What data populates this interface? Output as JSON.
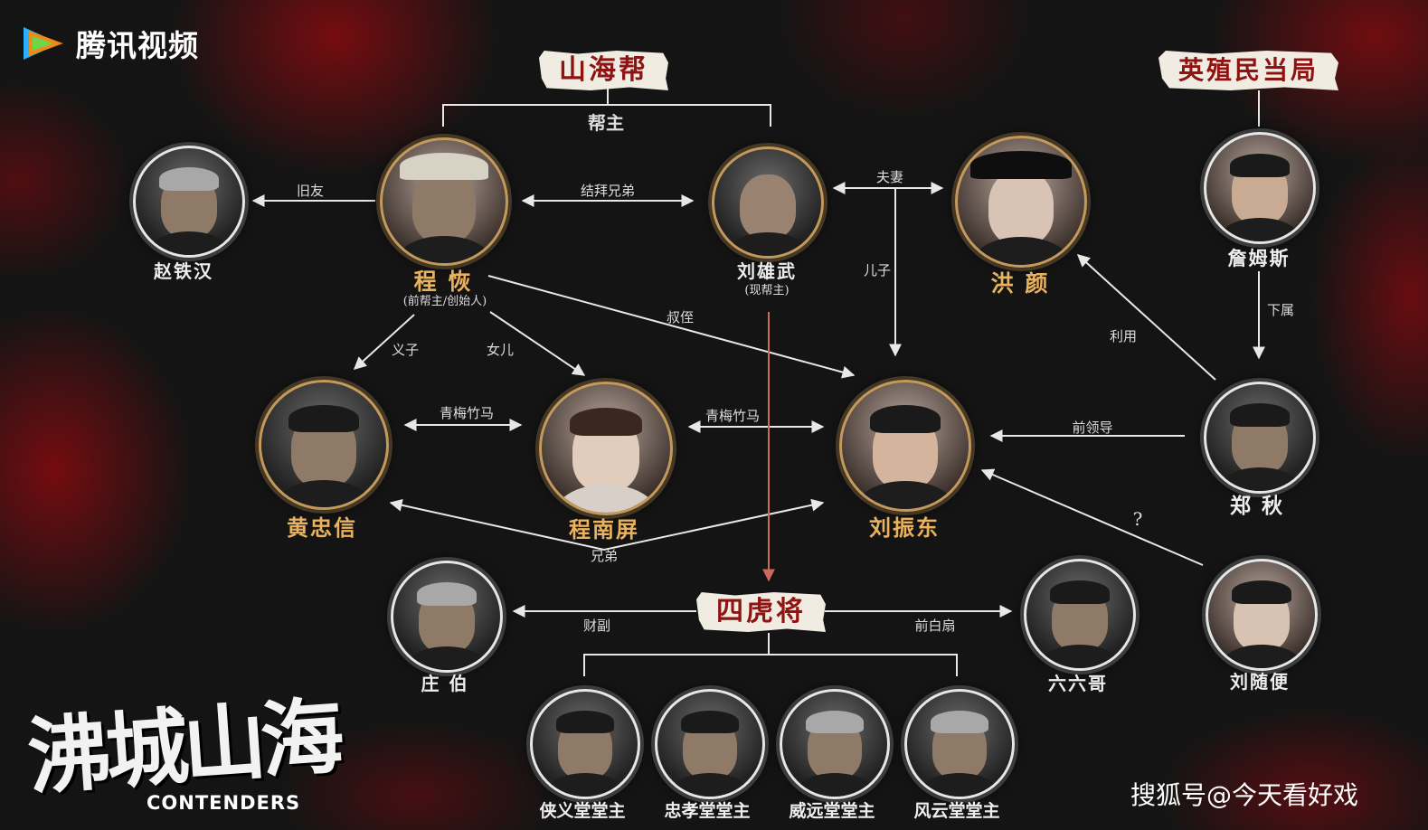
{
  "logo": {
    "text": "腾讯视频",
    "icon": "tencent-video-play-icon"
  },
  "groups": {
    "shanhai": "山海帮",
    "colonial": "英殖民当局",
    "sihu": "四虎将"
  },
  "people": {
    "zhao": {
      "name": "赵铁汉"
    },
    "cheng": {
      "name": "程 恢",
      "note": "(前帮主/创始人)"
    },
    "liuxw": {
      "name": "刘雄武",
      "note": "(现帮主)"
    },
    "hong": {
      "name": "洪 颜"
    },
    "zhan": {
      "name": "詹姆斯"
    },
    "huang": {
      "name": "黄忠信"
    },
    "chengnp": {
      "name": "程南屏"
    },
    "liuzd": {
      "name": "刘振东"
    },
    "zheng": {
      "name": "郑 秋"
    },
    "zhuang": {
      "name": "庄 伯"
    },
    "liuliu": {
      "name": "六六哥"
    },
    "liusb": {
      "name": "刘随便"
    },
    "xiayi": {
      "name": "侠义堂堂主"
    },
    "zhongxiao": {
      "name": "忠孝堂堂主"
    },
    "weiyuan": {
      "name": "威远堂堂主"
    },
    "fengyun": {
      "name": "风云堂堂主"
    }
  },
  "relations": {
    "bangzhu": "帮主",
    "jiuyou": "旧友",
    "jiebai": "结拜兄弟",
    "fuqi": "夫妻",
    "erzi": "儿子",
    "shuzhi": "叔侄",
    "yizi": "义子",
    "nver": "女儿",
    "qingmei1": "青梅竹马",
    "qingmei2": "青梅竹马",
    "xiongdi": "兄弟",
    "liyong": "利用",
    "xiashu": "下属",
    "qianlingdao": "前领导",
    "question": "?",
    "caifu": "财副",
    "qianbaishan": "前白扇"
  },
  "title": {
    "cn": "沸城山海",
    "en": "CONTENDERS"
  },
  "watermark": "搜狐号@今天看好戏"
}
